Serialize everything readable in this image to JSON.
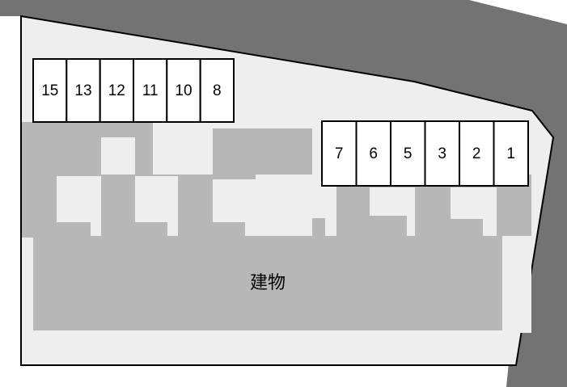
{
  "colors": {
    "road": "#737373",
    "lot": "#eeeeee",
    "building": "#b7b7b7",
    "slot": "#ffffff",
    "outline": "#000000"
  },
  "building": {
    "label": "建物"
  },
  "parking": {
    "top_row": [
      "15",
      "13",
      "12",
      "11",
      "10",
      "8"
    ],
    "right_row": [
      "7",
      "6",
      "5",
      "3",
      "2",
      "1"
    ]
  }
}
